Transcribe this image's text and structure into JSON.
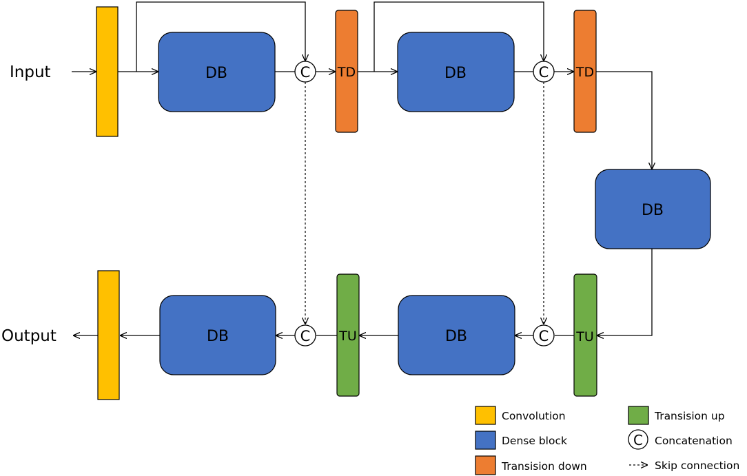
{
  "diagram": {
    "input_label": "Input",
    "output_label": "Output",
    "dense_block_label": "DB",
    "transition_down_label": "TD",
    "transition_up_label": "TU",
    "concat_symbol": "C"
  },
  "legend": {
    "convolution": "Convolution",
    "dense_block": "Dense block",
    "transition_down": "Transision down",
    "transition_up": "Transision up",
    "concatenation": "Concatenation",
    "skip_connection": "Skip connection",
    "concat_symbol": "C"
  },
  "colors": {
    "convolution": "#FFC000",
    "dense_block": "#4472C4",
    "transition_down": "#ED7D31",
    "transition_up": "#70AD47"
  }
}
